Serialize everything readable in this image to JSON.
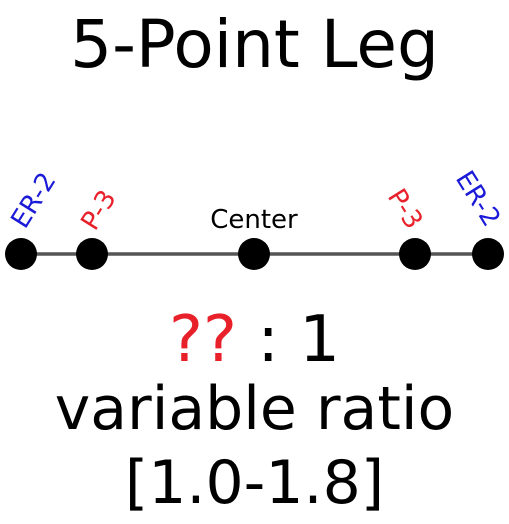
{
  "title": "5-Point Leg",
  "colors": {
    "line": "#555555",
    "point": "#000000",
    "er": "#1a1ad8",
    "p": "#e8202a",
    "center": "#000000",
    "unknown": "#e8202a"
  },
  "points": [
    {
      "label": "ER-2",
      "color_key": "er"
    },
    {
      "label": "P-3",
      "color_key": "p"
    },
    {
      "label": "Center",
      "color_key": "center"
    },
    {
      "label": "P-3",
      "color_key": "p"
    },
    {
      "label": "ER-2",
      "color_key": "er"
    }
  ],
  "ratio": {
    "unknown": "??",
    "separator": " : ",
    "value": "1"
  },
  "subtitle": "variable ratio",
  "range": "[1.0-1.8]"
}
